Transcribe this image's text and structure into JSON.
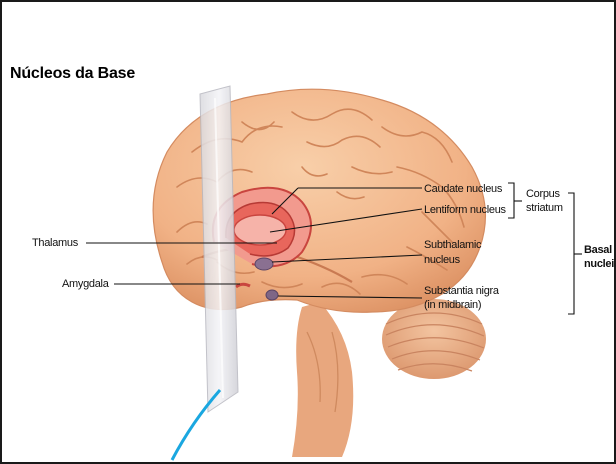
{
  "title": "Núcleos da Base",
  "labels": {
    "thalamus": "Thalamus",
    "amygdala": "Amygdala",
    "caudate": "Caudate nucleus",
    "lentiform": "Lentiform nucleus",
    "subthalamic_1": "Subthalamic",
    "subthalamic_2": "nucleus",
    "nigra_1": "Substantia nigra",
    "nigra_2": "(in midbrain)",
    "corpus_1": "Corpus",
    "corpus_2": "striatum",
    "basal_1": "Basal",
    "basal_2": "nuclei"
  },
  "colors": {
    "brain_fill": "#f3b98d",
    "brain_shade": "#e39b70",
    "gyrus_line": "#d88a60",
    "cerebellum": "#e9ad86",
    "nucleus_red": "#d9534f",
    "nucleus_light": "#f08f86",
    "glass": "#e8e8ec",
    "accent_blue": "#1aa7e0"
  }
}
